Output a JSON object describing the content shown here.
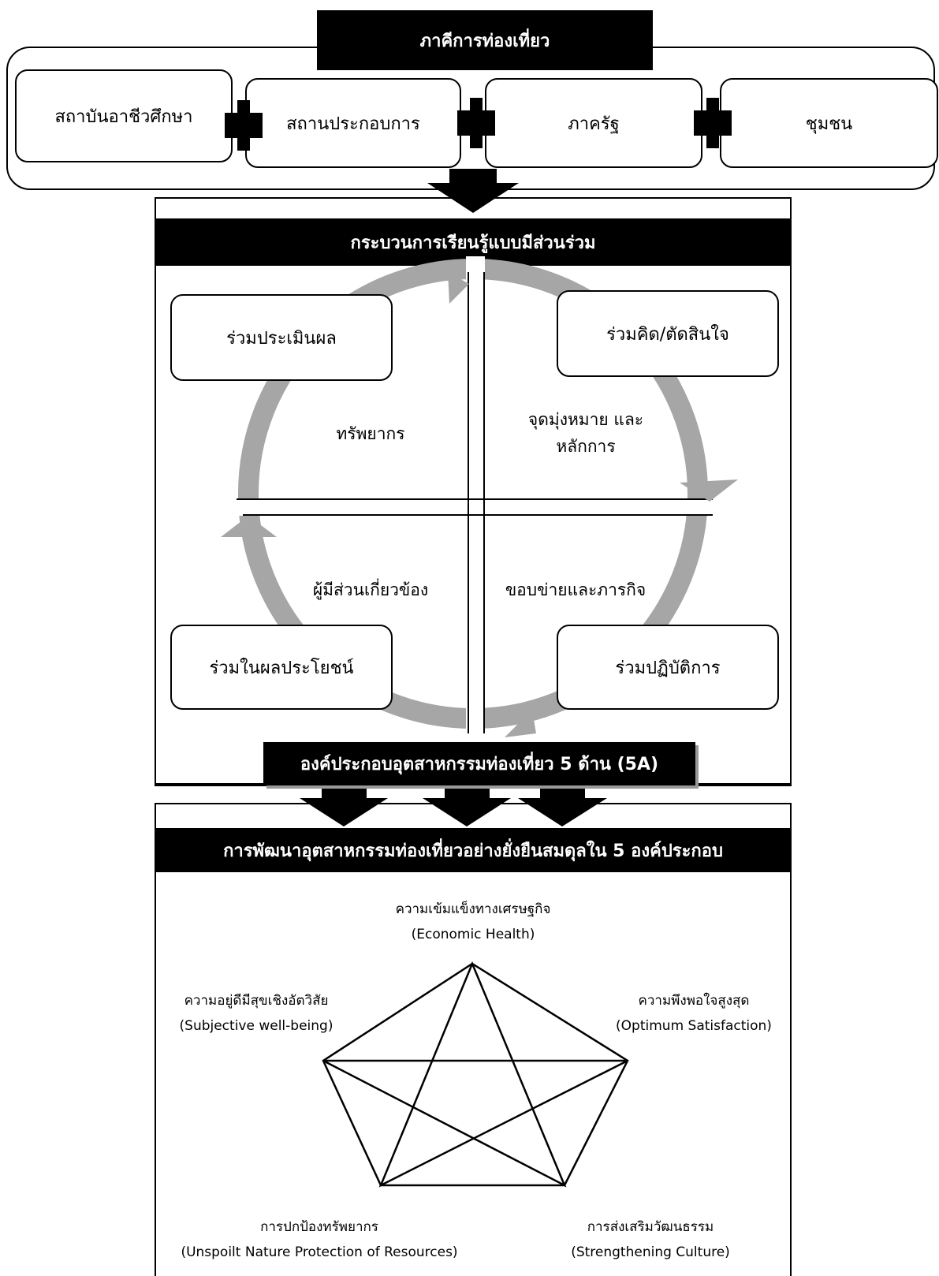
{
  "top": {
    "header": "ภาคีการท่องเที่ยว",
    "partners": [
      "สถาบันอาชีวศึกษา",
      "สถานประกอบการ",
      "ภาครัฐ",
      "ชุมชน"
    ]
  },
  "process": {
    "header": "กระบวนการเรียนรู้แบบมีส่วนร่วม",
    "steps": {
      "evaluate": "ร่วมประเมินผล",
      "decide": "ร่วมคิด/ตัดสินใจ",
      "benefit": "ร่วมในผลประโยชน์",
      "implement": "ร่วมปฏิบัติการ"
    },
    "quadrants": {
      "top_left": "ทรัพยากร",
      "top_right_line1": "จุดมุ่งหมาย และ",
      "top_right_line2": "หลักการ",
      "bottom_left": "ผู้มีส่วนเกี่ยวข้อง",
      "bottom_right": "ขอบข่ายและภารกิจ"
    },
    "components_label": "องค์ประกอบอุตสาหกรรมท่องเที่ยว 5 ด้าน (5A)"
  },
  "development": {
    "header": "การพัฒนาอุตสาหกรรมท่องเที่ยวอย่างยั่งยืนสมดุลใน 5 องค์ประกอบ",
    "points": {
      "top": {
        "th": "ความเข้มแข็งทางเศรษฐกิจ",
        "en": "(Economic Health)"
      },
      "right": {
        "th": "ความพึงพอใจสูงสุด",
        "en": "(Optimum Satisfaction)"
      },
      "left": {
        "th": "ความอยู่ดีมีสุขเชิงอัตวิสัย",
        "en": "(Subjective well-being)"
      },
      "bottom_left": {
        "th": "การปกป้องทรัพยากร",
        "en": "(Unspoilt Nature Protection of Resources)"
      },
      "bottom_right": {
        "th": "การส่งเสริมวัฒนธรรม",
        "en": "(Strengthening Culture)"
      }
    }
  },
  "colors": {
    "header_bg": "#000000",
    "arrow_grey": "#a6a6a6",
    "box_border": "#000000"
  }
}
